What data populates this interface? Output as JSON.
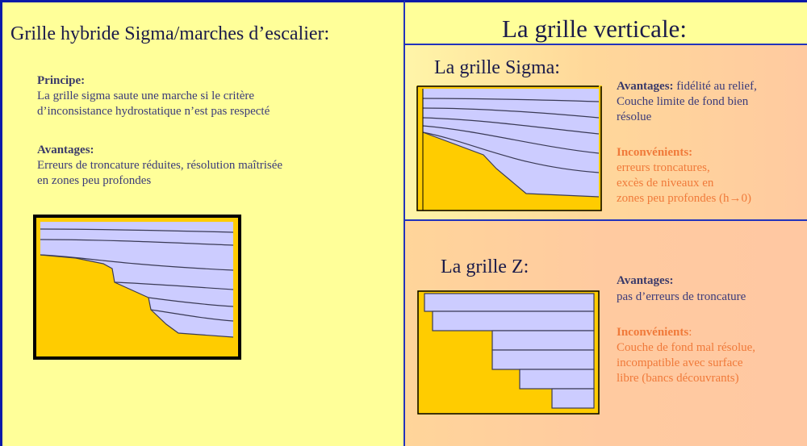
{
  "left": {
    "title": "Grille hybride Sigma/marches d’escalier:",
    "principe_label": "Principe:",
    "principe_text_1": "La grille sigma saute une marche si le critère",
    "principe_text_2": "d’inconsistance hydrostatique n’est pas respecté",
    "avantages_label": "Avantages:",
    "avantages_text_1": "Erreurs de troncature réduites, résolution maîtrisée",
    "avantages_text_2": "en zones peu profondes"
  },
  "right": {
    "title": "La grille verticale:",
    "sigma": {
      "title": "La grille Sigma:",
      "avantages_label": "Avantages:",
      "avantages_line1_rest": " fidélité au relief,",
      "avantages_line2": "Couche limite de fond bien",
      "avantages_line3": "résolue",
      "inconvenients_label": "Inconvénients:",
      "inconvenients_line1": "erreurs troncatures,",
      "inconvenients_line2": "excès de niveaux en",
      "inconvenients_line3": "zones peu profondes (h→0)"
    },
    "z": {
      "title": "La grille Z:",
      "avantages_label": "Avantages:",
      "avantages_line1": "pas d’erreurs de troncature",
      "inconvenients_label": "Inconvénients",
      "inconvenients_colon": ":",
      "inconvenients_line1": "Couche de fond mal résolue,",
      "inconvenients_line2": "incompatible avec surface",
      "inconvenients_line3": "libre (bancs découvrants)"
    }
  },
  "colors": {
    "panel_yellow": "#ffff99",
    "water_lavender": "#ccccff",
    "seabed_gold": "#ffcc00",
    "frame_blue": "#0b1aa8",
    "text_navy": "#3b3b7a",
    "inconvenient_orange": "#f07a3a"
  }
}
